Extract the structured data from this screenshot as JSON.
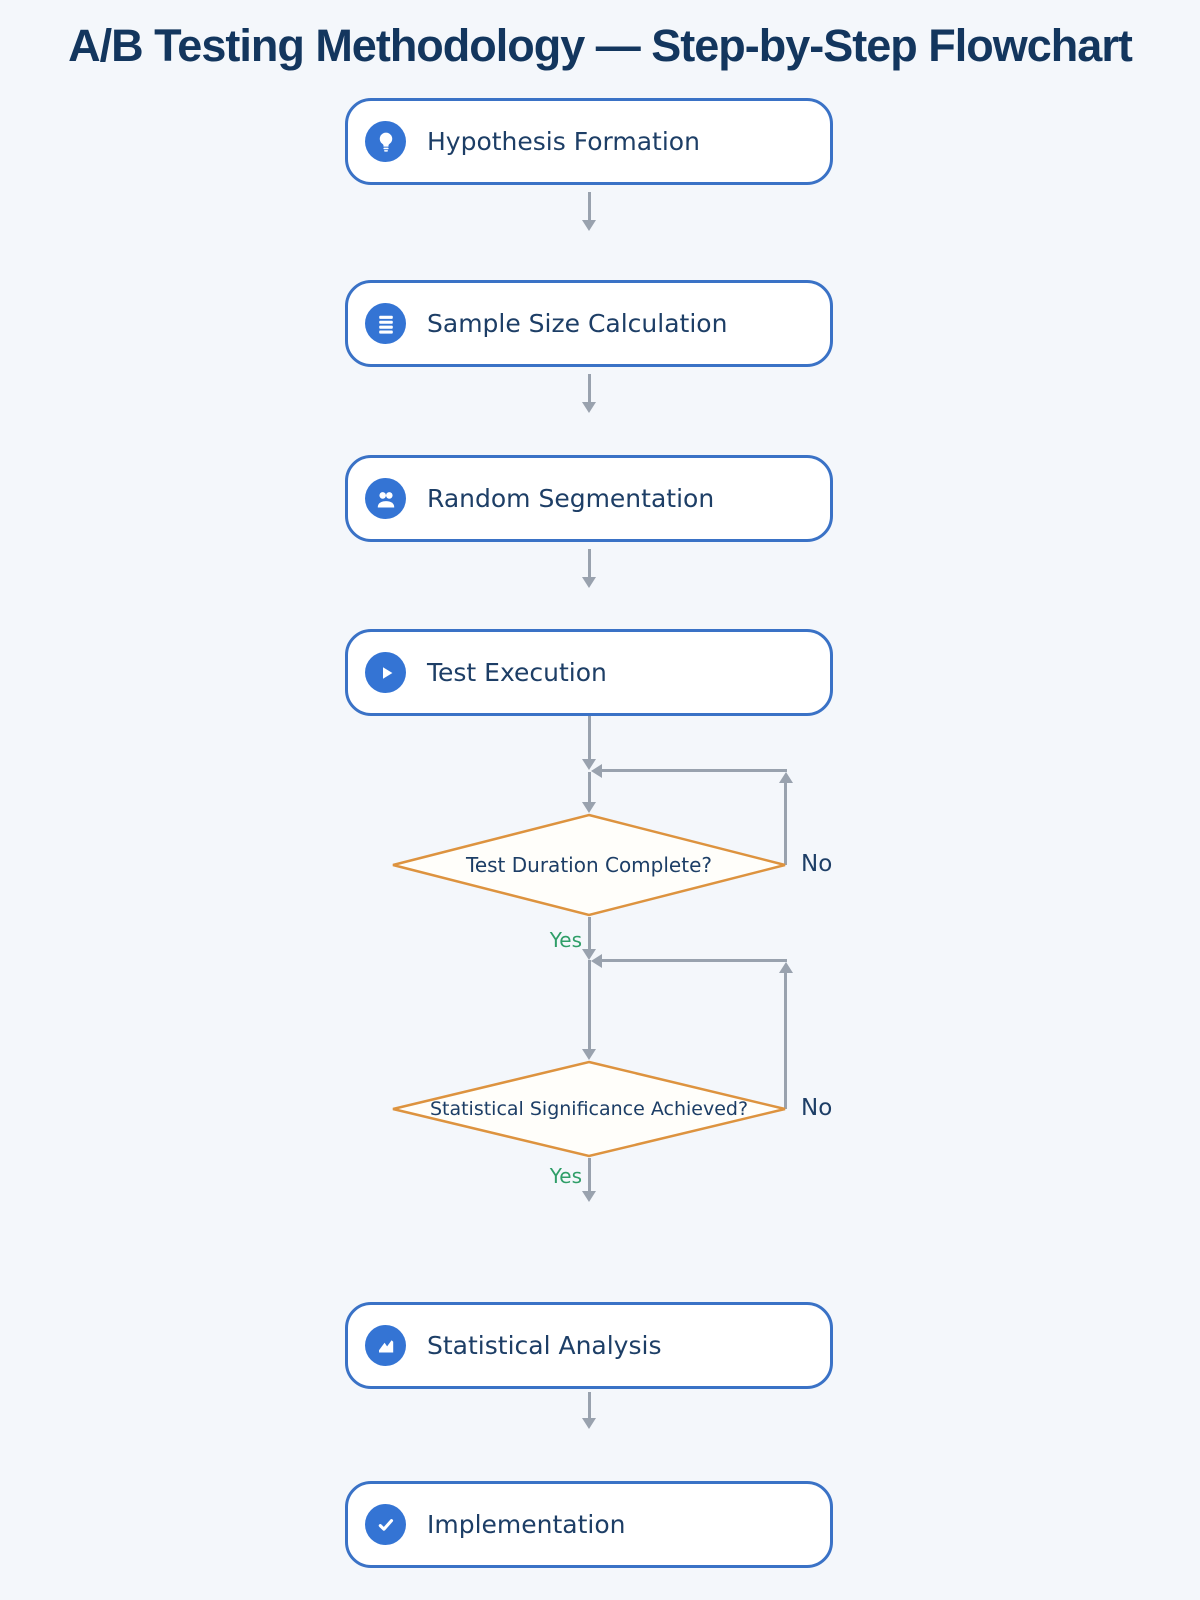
{
  "title": "A/B Testing Methodology — Step-by-Step Flowchart",
  "colors": {
    "bg": "#f4f7fb",
    "title_navy": "#13365e",
    "accent_blue": "#3a72c6",
    "icon_blue": "#3474d4",
    "text_navy": "#1d3e66",
    "arrow_gray": "#99a2ae",
    "diamond_orange": "#dd933f",
    "diamond_fill": "#fffefa",
    "yes_green": "#2f9e68"
  },
  "nodes": [
    {
      "label": "Hypothesis Formation",
      "icon": "lightbulb-icon"
    },
    {
      "label": "Sample Size Calculation",
      "icon": "abacus-icon"
    },
    {
      "label": "Random Segmentation",
      "icon": "users-icon"
    },
    {
      "label": "Test Execution",
      "icon": "play-icon"
    },
    {
      "label": "Statistical Analysis",
      "icon": "chart-icon"
    },
    {
      "label": "Implementation",
      "icon": "check-icon"
    }
  ],
  "decisions": [
    {
      "label": "Test Duration Complete?",
      "yes_label": "Yes",
      "no_label": "No"
    },
    {
      "label": "Statistical Significance Achieved?",
      "yes_label": "Yes",
      "no_label": "No"
    }
  ]
}
